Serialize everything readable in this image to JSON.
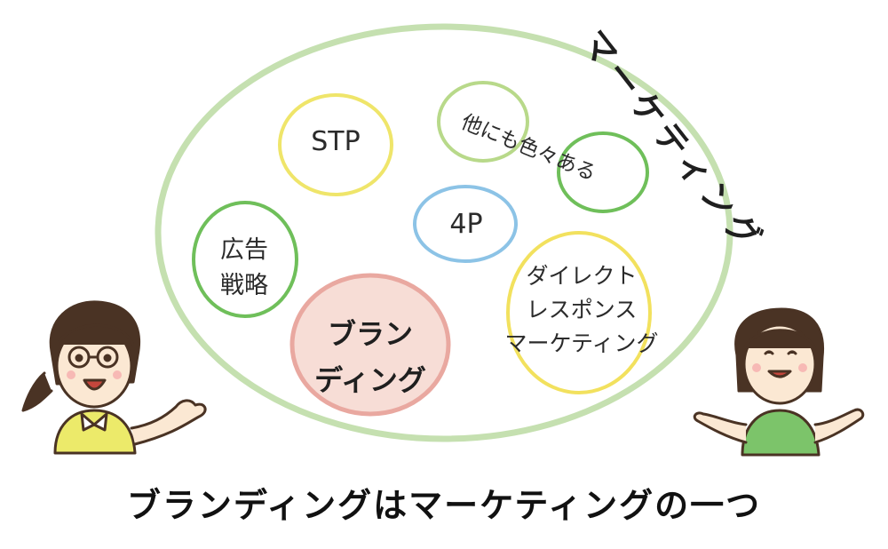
{
  "diagram": {
    "outer_label": "マーケティング",
    "bubbles": [
      {
        "id": "stp",
        "label": "STP",
        "color": "#efe56a"
      },
      {
        "id": "other",
        "label": "他にも色々ある",
        "color": "#b8d98a"
      },
      {
        "id": "4p",
        "label": "4P",
        "color": "#8cc3e6"
      },
      {
        "id": "ad",
        "label_lines": [
          "広告",
          "戦略"
        ],
        "color": "#6fbf5a"
      },
      {
        "id": "branding",
        "label_lines": [
          "ブラン",
          "ディング"
        ],
        "color": "#e9a8a0",
        "fill": "#f7ddd6"
      },
      {
        "id": "direct",
        "label_lines": [
          "ダイレクト",
          "レスポンス",
          "マーケティング"
        ],
        "color": "#f2e15e"
      }
    ],
    "outer_color": "#c5e0b0",
    "caption": "ブランディングはマーケティングの一つ"
  }
}
